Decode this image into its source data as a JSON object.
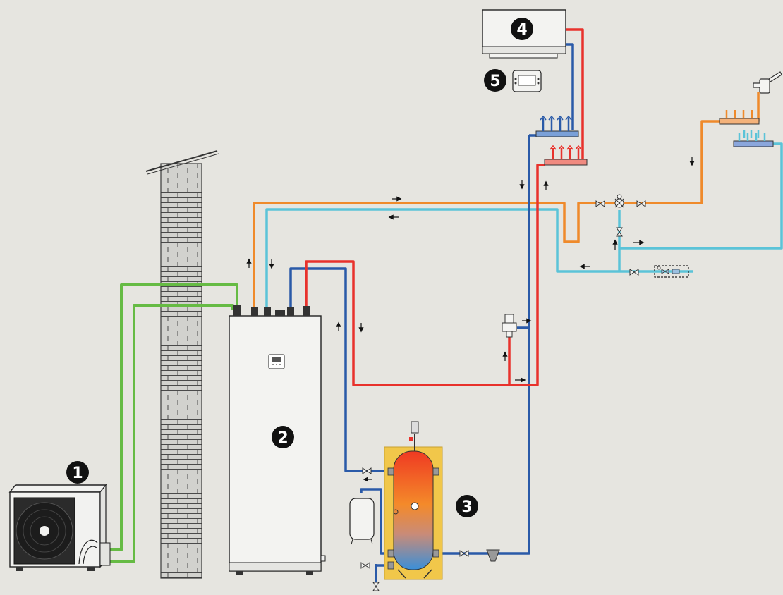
{
  "diagram": {
    "background": "#e6e5e0",
    "colors": {
      "hot": "#e8322c",
      "cold": "#2a5aa8",
      "dhw_hot": "#ef8a2b",
      "dhw_cold": "#5bc3d8",
      "refrigerant": "#66bb44",
      "brick": "#d0d0cc",
      "tank_insulation": "#f1c74a"
    },
    "components": [
      {
        "key": "outdoor_unit",
        "number": "1"
      },
      {
        "key": "indoor_unit",
        "number": "2"
      },
      {
        "key": "buffer_tank",
        "number": "3"
      },
      {
        "key": "fan_coil",
        "number": "4"
      },
      {
        "key": "thermostat",
        "number": "5"
      }
    ]
  }
}
